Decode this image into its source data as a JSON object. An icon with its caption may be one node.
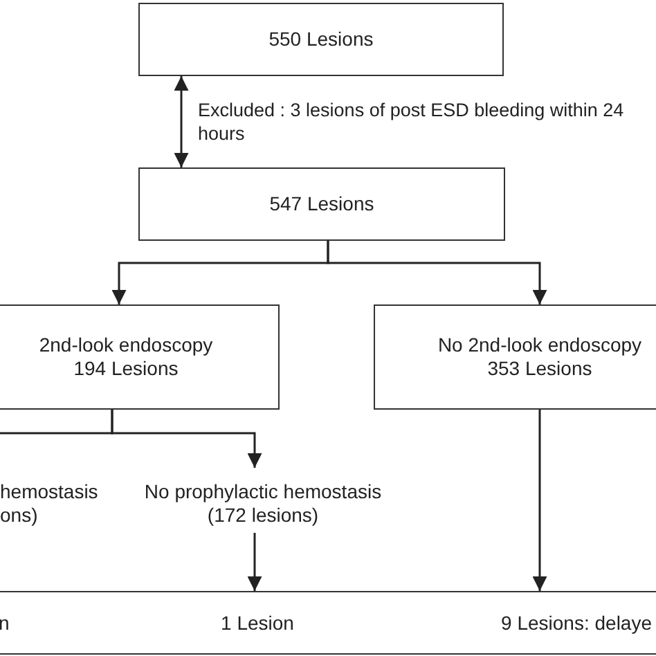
{
  "diagram": {
    "nodes": [
      {
        "text": [
          "550 Lesions"
        ]
      },
      {
        "text": [
          "547 Lesions"
        ]
      },
      {
        "text": [
          "2nd-look endoscopy 194 Lesions"
        ]
      },
      {
        "text": [
          "No 2nd-look endoscopy 353 Lesions"
        ]
      },
      {
        "text": [
          "hemostasis ons)"
        ]
      },
      {
        "text": [
          "No prophylactic hemostasis (172 lesions)"
        ]
      },
      {
        "text": [
          "n",
          "1 Lesion",
          "9 Lesions: delaye"
        ]
      }
    ],
    "edges": [
      {
        "from": 0,
        "to": 1,
        "arrow": "both",
        "label": "Excluded : 3 lesions of post ESD bleeding within 24 hours"
      },
      {
        "from": 1,
        "to": 2,
        "arrow": "to"
      },
      {
        "from": 1,
        "to": 3,
        "arrow": "to"
      },
      {
        "from": 2,
        "to": 4,
        "arrow": "to"
      },
      {
        "from": 2,
        "to": 5,
        "arrow": "to"
      },
      {
        "from": 5,
        "to": 6,
        "arrow": "to"
      },
      {
        "from": 3,
        "to": 6,
        "arrow": "to"
      }
    ]
  }
}
